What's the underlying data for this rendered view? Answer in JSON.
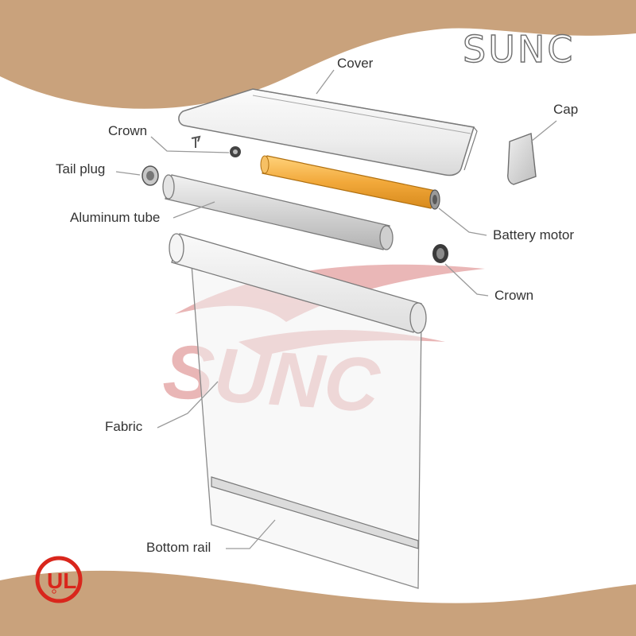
{
  "brand": {
    "name": "SUNC",
    "watermark": "SUNC",
    "cert_mark": "UL"
  },
  "colors": {
    "background_tan": "#c9a27c",
    "motor": "#f2a93b",
    "watermark_red": "#d87b7b",
    "ul_red": "#d9261c",
    "outline": "#7a7a7a",
    "label_text": "#333333"
  },
  "labels": {
    "cover": "Cover",
    "cap": "Cap",
    "crown_top": "Crown",
    "tail_plug": "Tail plug",
    "aluminum_tube": "Aluminum tube",
    "battery_motor": "Battery motor",
    "crown_right": "Crown",
    "fabric": "Fabric",
    "bottom_rail": "Bottom rail"
  }
}
